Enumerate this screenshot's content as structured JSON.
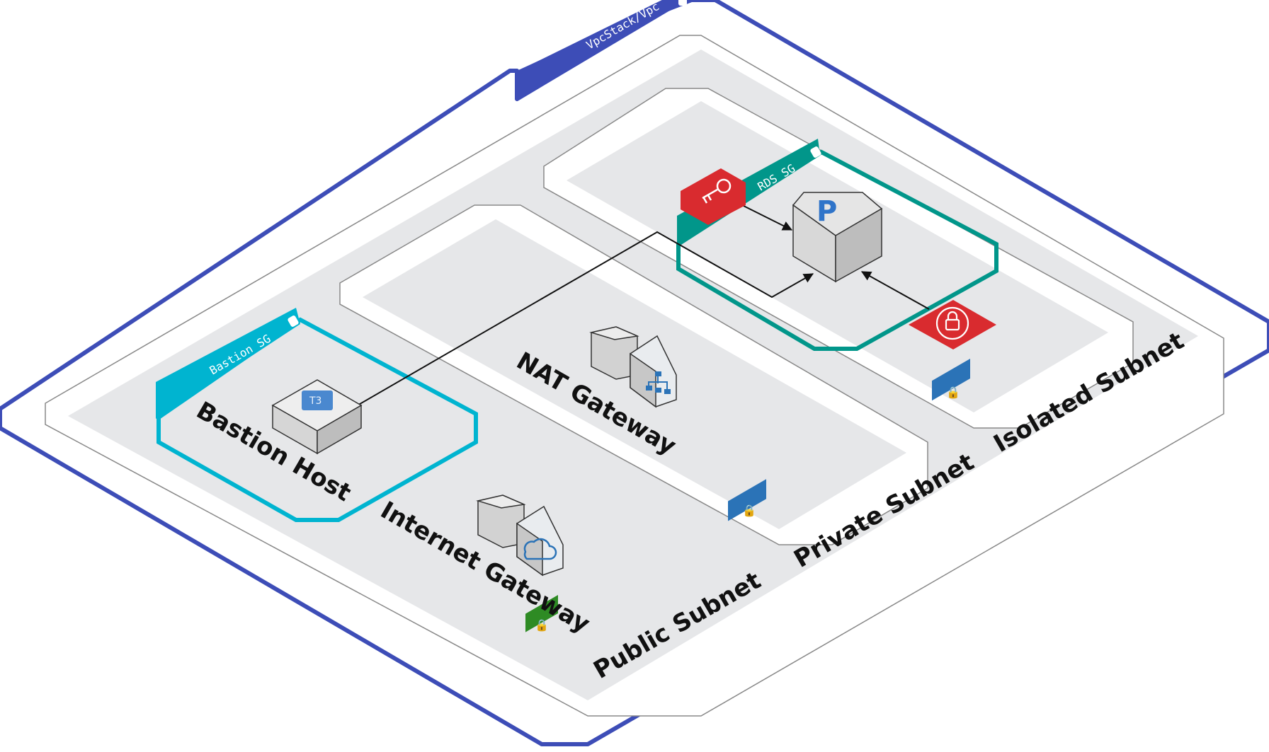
{
  "vpc": {
    "label": "VpcStack/Vpc"
  },
  "subnets": {
    "public": {
      "label": "Public Subnet"
    },
    "private": {
      "label": "Private Subnet"
    },
    "isolated": {
      "label": "Isolated Subnet"
    }
  },
  "security_groups": {
    "bastion": {
      "label": "Bastion SG"
    },
    "rds": {
      "label": "RDS SG"
    }
  },
  "resources": {
    "bastion_host": {
      "label": "Bastion Host",
      "instance_badge": "T3"
    },
    "nat_gateway": {
      "label": "NAT Gateway"
    },
    "internet_gateway": {
      "label": "Internet Gateway"
    },
    "rds_instance": {
      "engine_glyph": "P"
    }
  },
  "icons": {
    "secret": "key-icon",
    "kms": "lock-shield-icon",
    "subnet_badge": "padlock-icon"
  },
  "colors": {
    "vpc_border": "#3d4db7",
    "bastion_sg": "#00b4d0",
    "rds_sg": "#01968a",
    "aws_red": "#d92b2f",
    "subnet_badge_blue": "#2b73b7",
    "subnet_badge_green": "#2e8b24"
  }
}
